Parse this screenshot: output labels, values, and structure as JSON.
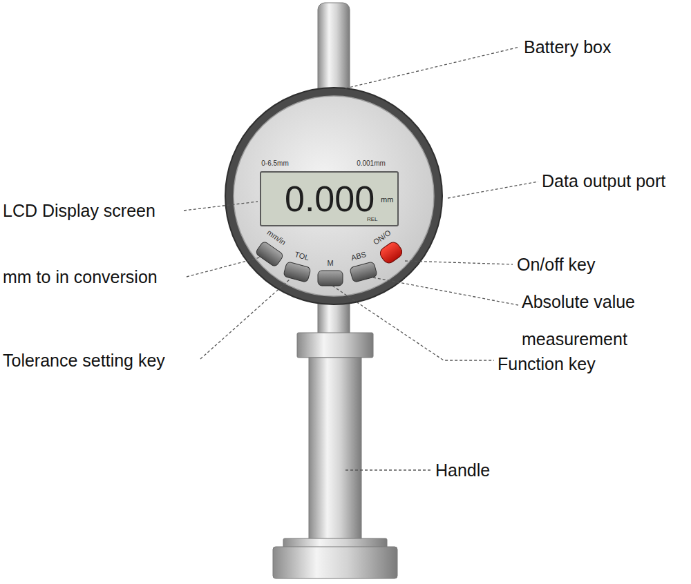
{
  "diagram": {
    "nodes": [
      {
        "text": [
          "0.000",
          "mm",
          "REL"
        ]
      }
    ],
    "labels": [
      "Battery box",
      "0-6.5mm",
      "0.001mm",
      "Data output port",
      "LCD Display screen",
      "mm/in",
      "TOL",
      "M",
      "ABS",
      "ON/O",
      "mm to in conversion",
      "On/off key",
      "Absolute value measurement",
      "Tolerance setting key",
      "Function key",
      "Handle"
    ]
  }
}
